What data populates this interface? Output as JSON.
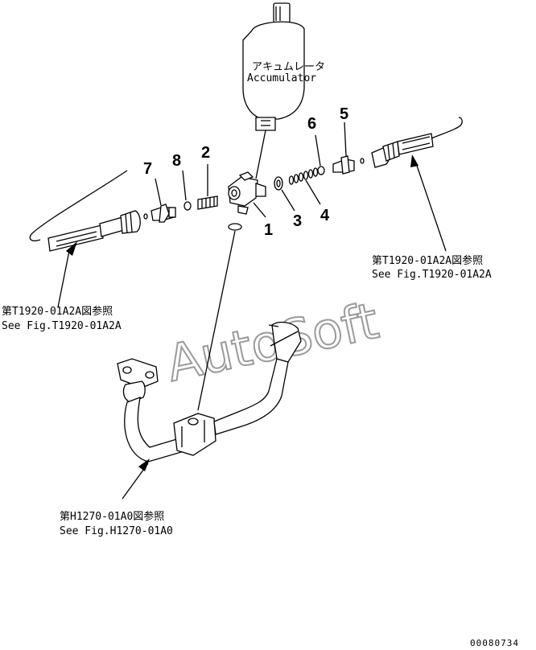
{
  "accumulator": {
    "label_jp": "アキュムレータ",
    "label_en": "Accumulator"
  },
  "part_numbers": [
    "1",
    "2",
    "3",
    "4",
    "5",
    "6",
    "7",
    "8"
  ],
  "references": {
    "right": {
      "jp": "第T1920-01A2A図参照",
      "en": "See Fig.T1920-01A2A"
    },
    "left": {
      "jp": "第T1920-01A2A図参照",
      "en": "See Fig.T1920-01A2A"
    },
    "bottom": {
      "jp": "第H1270-01A0図参照",
      "en": "See Fig.H1270-01A0"
    }
  },
  "watermark": "AutoSoft",
  "figure_code": "00080734"
}
